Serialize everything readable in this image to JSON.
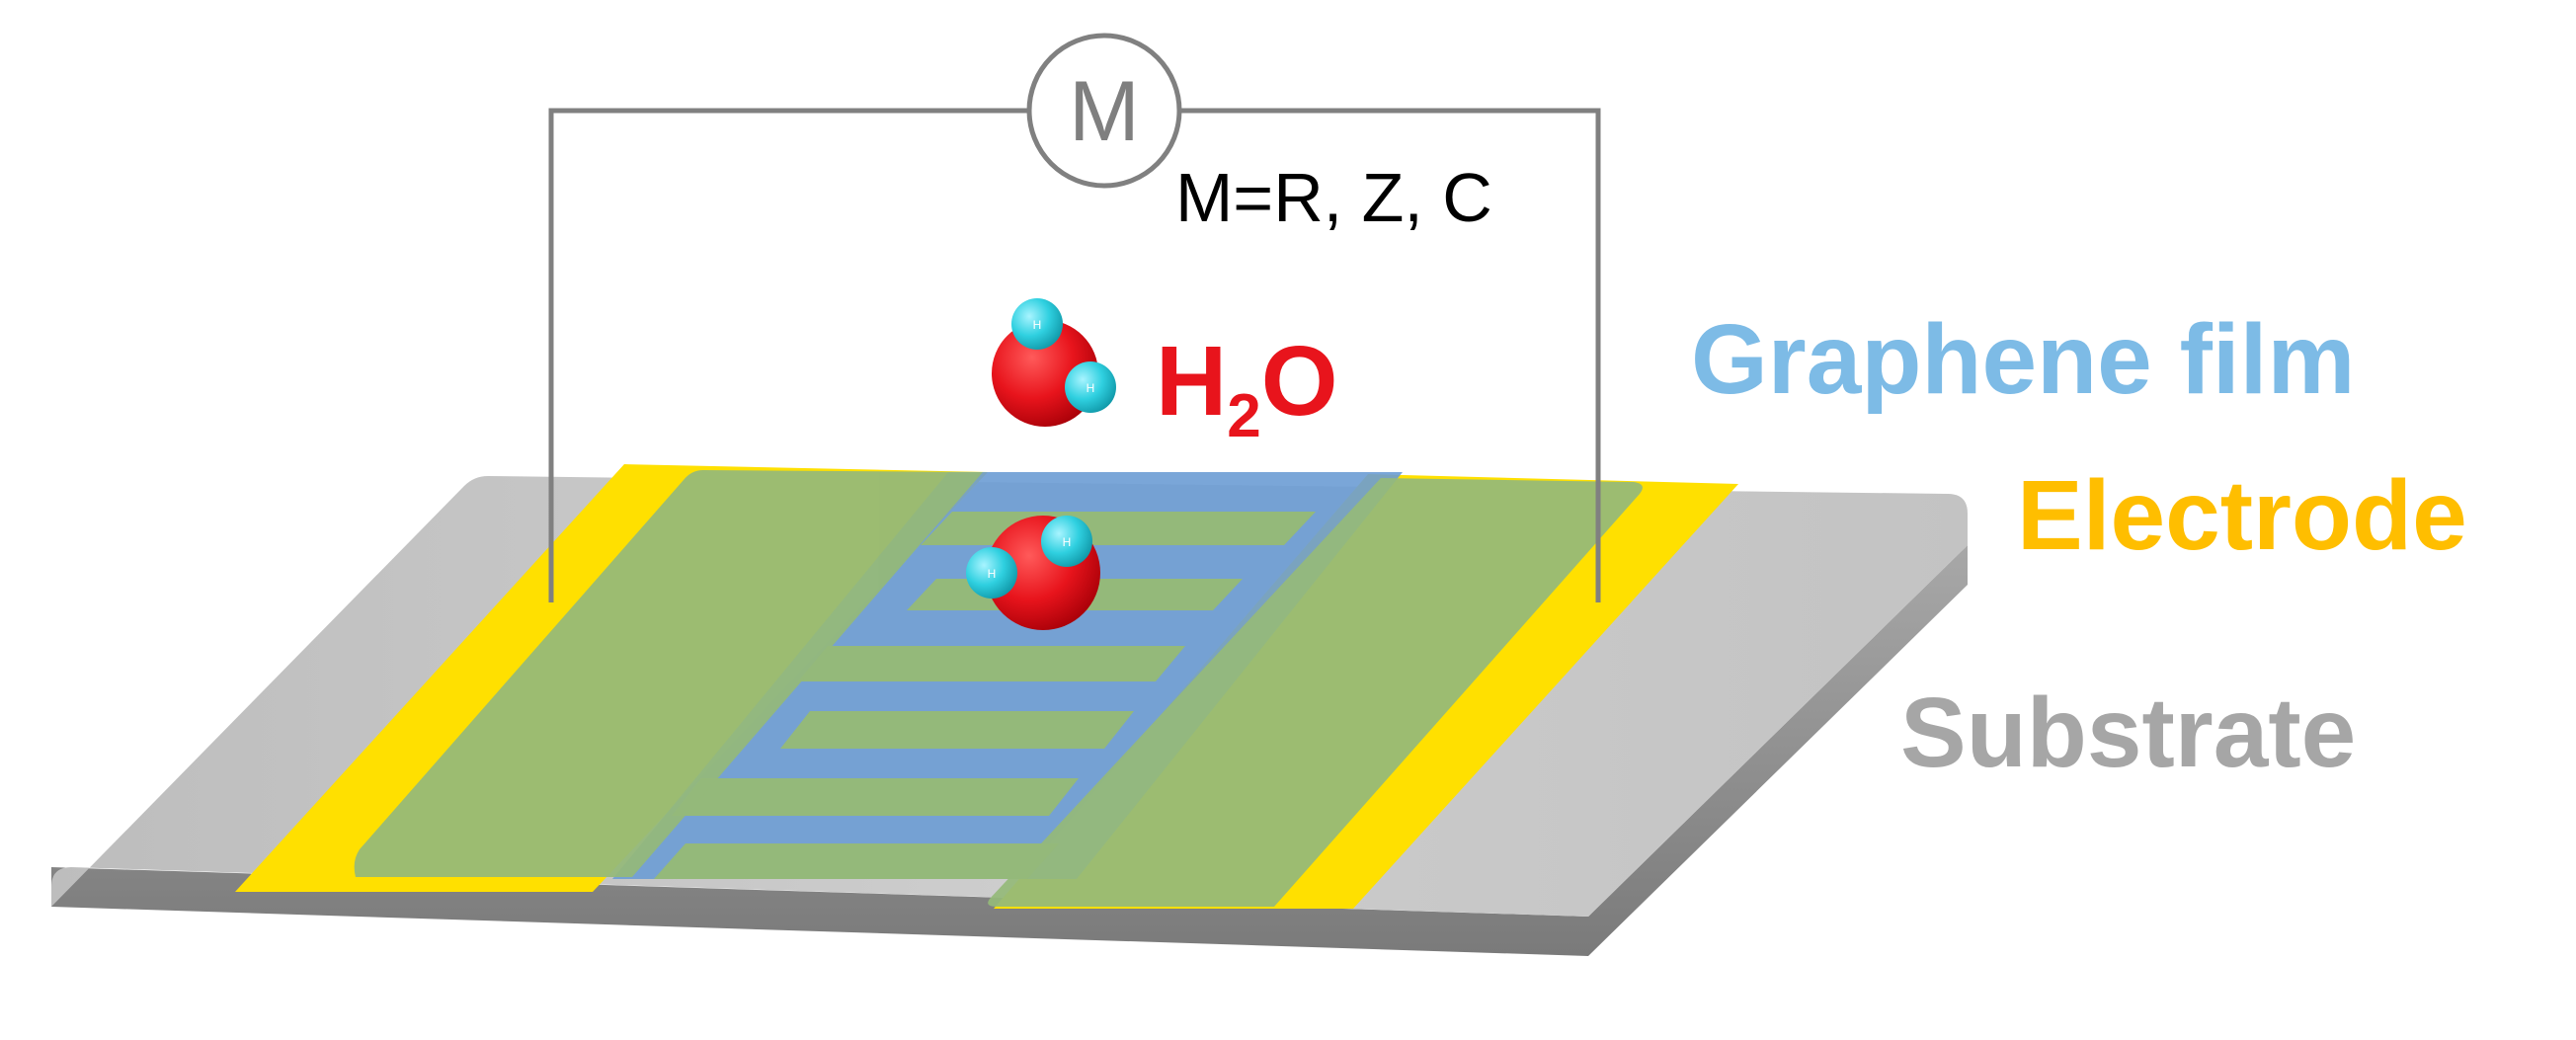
{
  "meter": {
    "symbol": "M",
    "caption": "M=R, Z, C"
  },
  "molecule": {
    "label_main": "H",
    "label_sub": "2",
    "label_tail": "O",
    "atom_label": "H"
  },
  "legend": {
    "graphene": "Graphene film",
    "electrode": "Electrode",
    "substrate": "Substrate"
  },
  "colors": {
    "substrate_top": "#c7c7c7",
    "substrate_edge": "#8e8e8e",
    "electrode": "#ffe000",
    "graphene": "#6b9cd4",
    "overlay_green": "#94b97a",
    "wire": "#808080",
    "oxygen": "#e8141c",
    "hydrogen": "#2fd0e0",
    "graphene_label": "#7dbbe6",
    "electrode_label": "#ffbe00",
    "substrate_label": "#a6a6a6",
    "h2o_label": "#e8141c"
  }
}
